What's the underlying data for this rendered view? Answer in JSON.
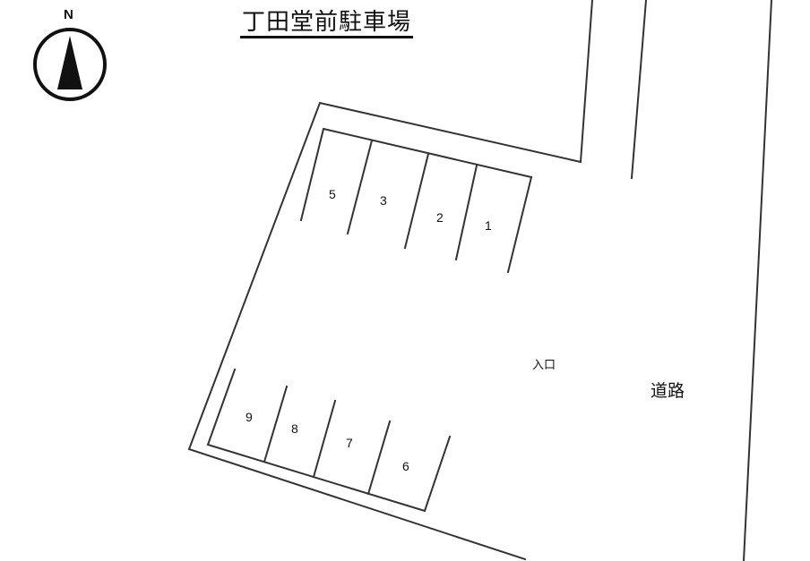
{
  "title": "丁田堂前駐車場",
  "compass": {
    "label": "N",
    "icon": "north-arrow-icon"
  },
  "labels": {
    "entrance": "入口",
    "road": "道路"
  },
  "stalls": {
    "top_row": [
      "5",
      "3",
      "2",
      "1"
    ],
    "bottom_row": [
      "9",
      "8",
      "7",
      "6"
    ]
  },
  "colors": {
    "line": "#333333",
    "text": "#111111",
    "background": "#ffffff"
  }
}
